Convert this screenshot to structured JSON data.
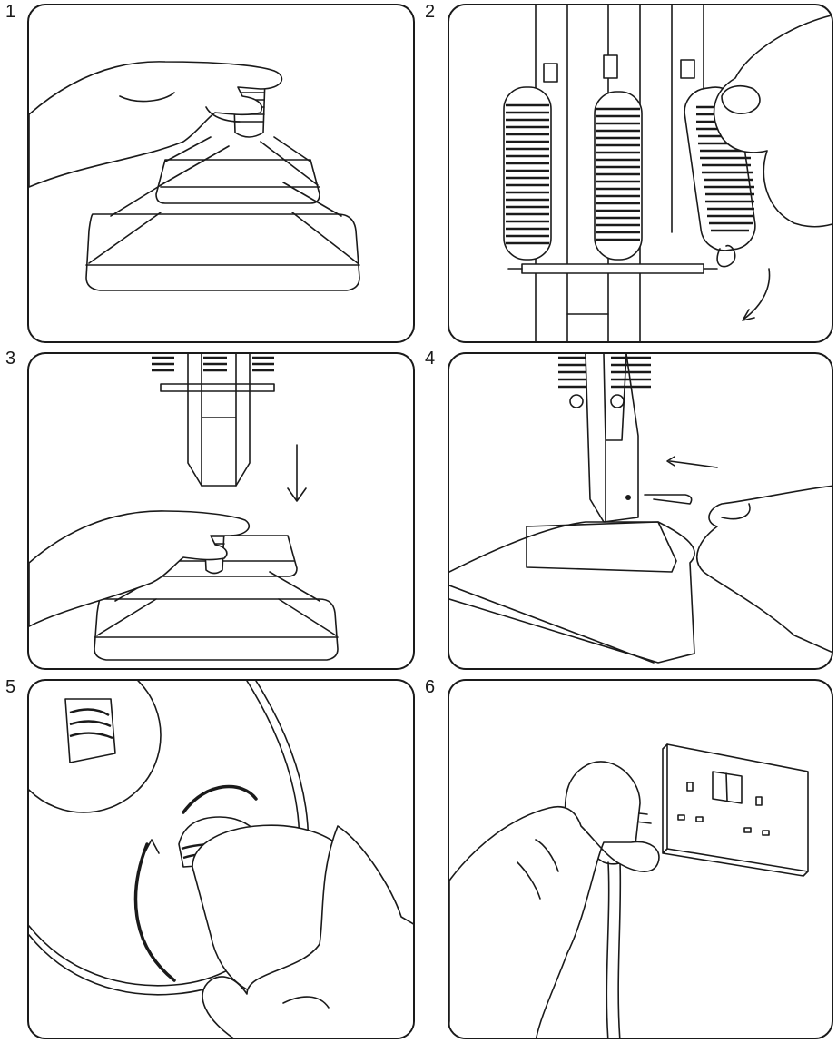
{
  "steps": [
    {
      "number": "1",
      "icon": "spindle-base-icon"
    },
    {
      "number": "2",
      "icon": "springs-arm-icon"
    },
    {
      "number": "3",
      "icon": "lower-arm-onto-base-icon"
    },
    {
      "number": "4",
      "icon": "hex-key-screw-icon"
    },
    {
      "number": "5",
      "icon": "light-bulb-icon"
    },
    {
      "number": "6",
      "icon": "wall-socket-plug-icon"
    }
  ]
}
